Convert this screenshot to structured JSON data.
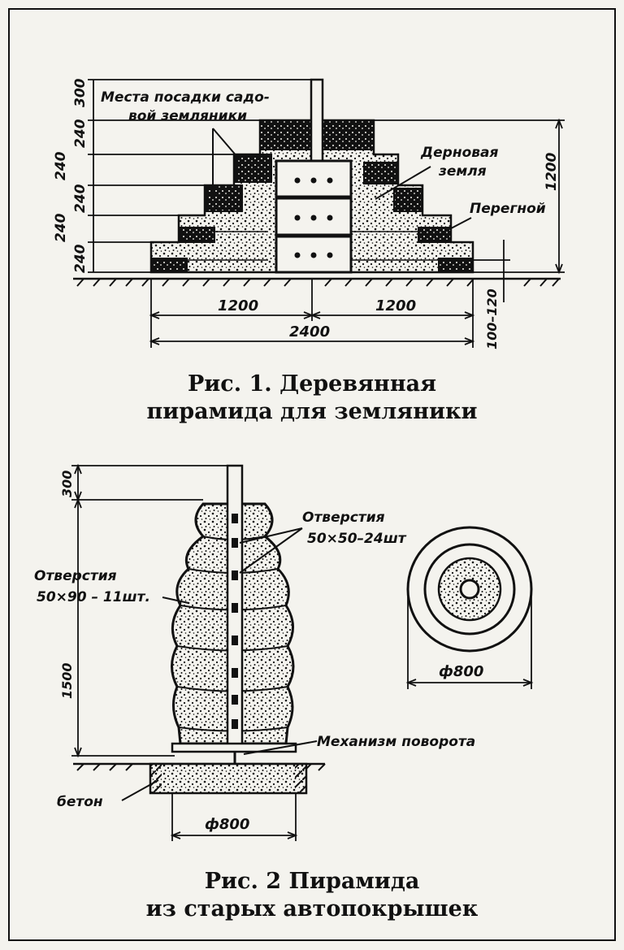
{
  "figure1": {
    "caption_line1": "Рис. 1. Деревянная",
    "caption_line2": "пирамида для земляники",
    "label_planting_line1": "Места посадки садо-",
    "label_planting_line2": "вой земляники",
    "label_turf_line1": "Дерновая",
    "label_turf_line2": "земля",
    "label_humus": "Перегной",
    "dim_left_col": [
      "300",
      "240",
      "240",
      "240",
      "240",
      "240"
    ],
    "dim_height": "1200",
    "dim_half_left": "1200",
    "dim_half_right": "1200",
    "dim_total": "2400",
    "dim_depth": "100–120"
  },
  "figure2": {
    "caption_line1": "Рис. 2 Пирамида",
    "caption_line2": "из старых автопокрышек",
    "label_holes_small_line1": "Отверстия",
    "label_holes_small_line2": "50×50–24шт",
    "label_holes_large_line1": "Отверстия",
    "label_holes_large_line2": "50×90 – 11шт.",
    "label_mechanism": "Механизм поворота",
    "label_concrete": "бетон",
    "dim_top": "300",
    "dim_height": "1500",
    "dim_base": "ф800",
    "dim_topview": "ф800"
  }
}
